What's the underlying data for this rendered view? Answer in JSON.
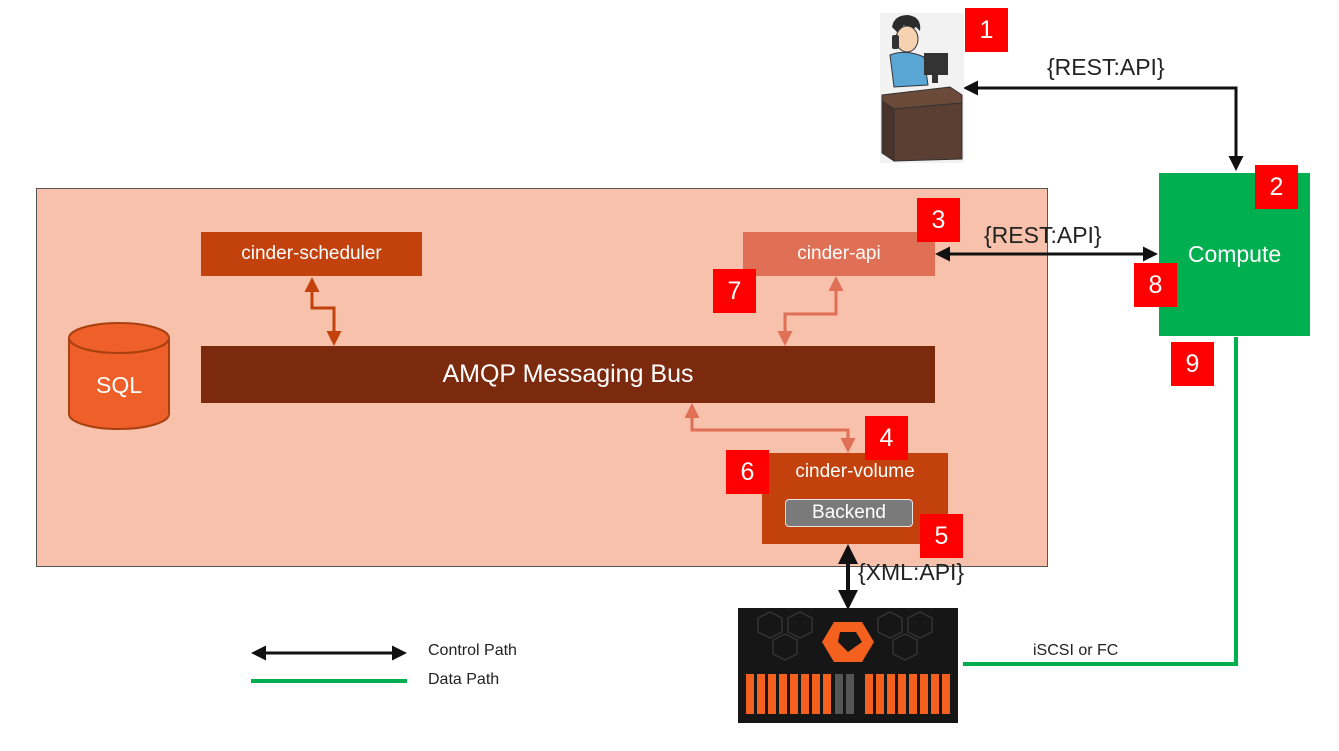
{
  "nodes": {
    "scheduler": "cinder-scheduler",
    "cinder_api": "cinder-api",
    "amqp": "AMQP Messaging Bus",
    "sql": "SQL",
    "cinder_volume": "cinder-volume",
    "backend": "Backend",
    "compute": "Compute"
  },
  "badges": [
    "1",
    "2",
    "3",
    "4",
    "5",
    "6",
    "7",
    "8",
    "9"
  ],
  "edge_labels": {
    "rest_api_user": "{REST:API}",
    "rest_api_compute": "{REST:API}",
    "xml_api": "{XML:API}",
    "iscsi_fc": "iSCSI or FC"
  },
  "legend": {
    "control_path": "Control Path",
    "data_path": "Data Path"
  },
  "colors": {
    "cluster_bg": "#f8c1ac",
    "component": "#c2410c",
    "bus": "#7b2a0e",
    "api": "#e07055",
    "compute": "#00b050",
    "badge": "#ff0000",
    "data_path": "#00b050",
    "control_path": "#111111"
  },
  "icons": {
    "user": "user-at-desk-icon",
    "storage": "storage-array-icon",
    "database": "database-cylinder-icon"
  }
}
